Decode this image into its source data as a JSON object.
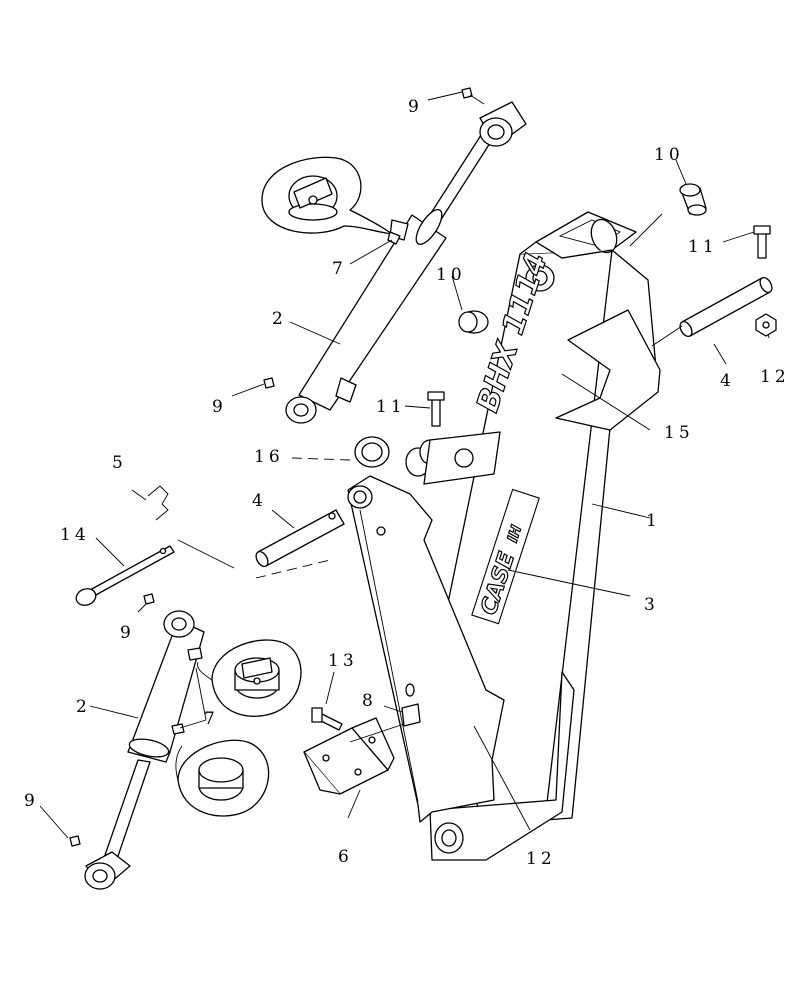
{
  "brand": {
    "model": "BHX 1114",
    "maker": "CASE",
    "maker_suffix": "IH"
  },
  "callouts": [
    {
      "id": "c9a",
      "number": "9"
    },
    {
      "id": "c10a",
      "number": "10"
    },
    {
      "id": "c7a",
      "number": "7"
    },
    {
      "id": "c11a",
      "number": "11"
    },
    {
      "id": "c10b",
      "number": "10"
    },
    {
      "id": "c2a",
      "number": "2"
    },
    {
      "id": "c4a",
      "number": "4"
    },
    {
      "id": "c12a",
      "number": "12"
    },
    {
      "id": "c9b",
      "number": "9"
    },
    {
      "id": "c11b",
      "number": "11"
    },
    {
      "id": "c15",
      "number": "15"
    },
    {
      "id": "c16",
      "number": "16"
    },
    {
      "id": "c5",
      "number": "5"
    },
    {
      "id": "c4b",
      "number": "4"
    },
    {
      "id": "c1",
      "number": "1"
    },
    {
      "id": "c14",
      "number": "14"
    },
    {
      "id": "c3",
      "number": "3"
    },
    {
      "id": "c9c",
      "number": "9"
    },
    {
      "id": "c13",
      "number": "13"
    },
    {
      "id": "c2b",
      "number": "2"
    },
    {
      "id": "c8",
      "number": "8"
    },
    {
      "id": "c7b",
      "number": "7"
    },
    {
      "id": "c9d",
      "number": "9"
    },
    {
      "id": "c6",
      "number": "6"
    },
    {
      "id": "c12b",
      "number": "12"
    }
  ]
}
